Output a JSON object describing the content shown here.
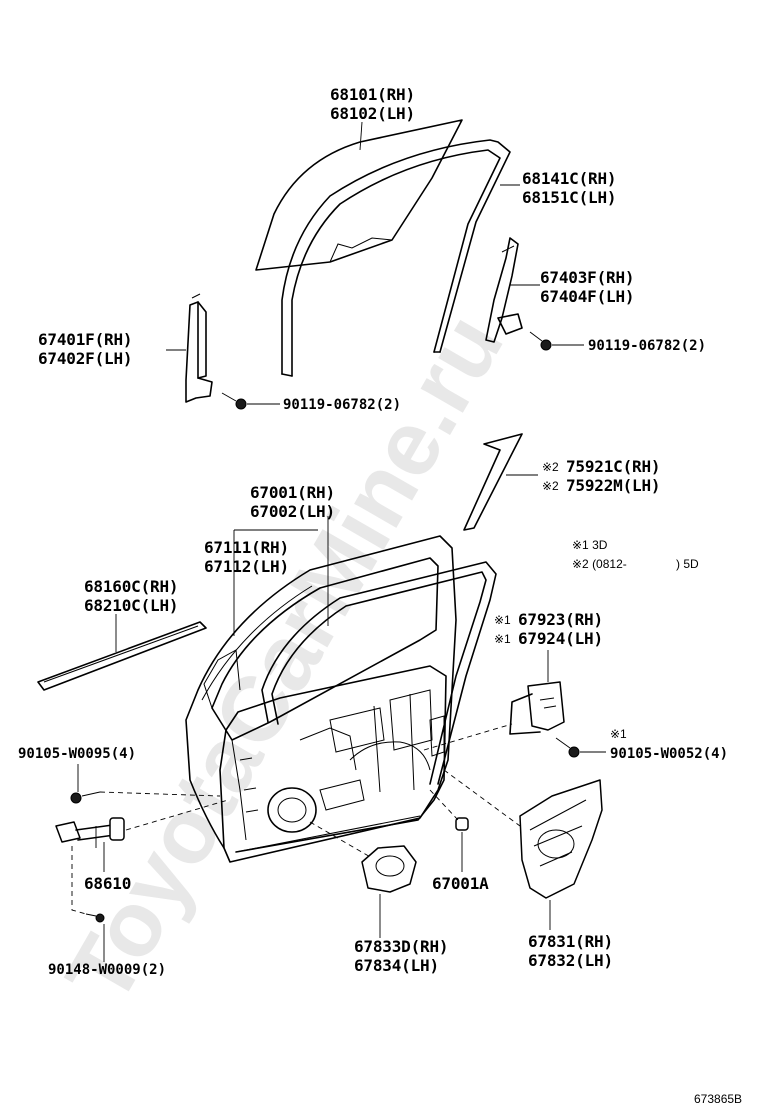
{
  "watermark": "ToyotaCarMine.ru",
  "labels": {
    "glass": [
      "68101(RH)",
      "68102(LH)"
    ],
    "glass_run": [
      "68141C(RH)",
      "68151C(LH)"
    ],
    "rear_channel": [
      "67403F(RH)",
      "67404F(LH)"
    ],
    "bolt_rear_channel": "90119-06782(2)",
    "front_channel": [
      "67401F(RH)",
      "67402F(LH)"
    ],
    "bolt_front_channel": "90119-06782(2)",
    "stripe_mark": [
      "※2",
      "※2"
    ],
    "stripe": [
      "75921C(RH)",
      "75922M(LH)"
    ],
    "door_panel": [
      "67001(RH)",
      "67002(LH)"
    ],
    "door_weatherstrip": [
      "67111(RH)",
      "67112(LH)"
    ],
    "belt_moulding": [
      "68160C(RH)",
      "68210C(LH)"
    ],
    "notes": [
      "※1 3D",
      "※2 (0812-",
      ") 5D"
    ],
    "cover_mark": [
      "※1",
      "※1"
    ],
    "cover": [
      "67923(RH)",
      "67924(LH)"
    ],
    "screw_left": "90105-W0095(4)",
    "screw_right_mark": "※1",
    "screw_right": "90105-W0052(4)",
    "check": "68610",
    "clip": "67001A",
    "bolt_check": "90148-W0009(2)",
    "hole_cover_small": [
      "67833D(RH)",
      "67834(LH)"
    ],
    "hole_cover_large": [
      "67831(RH)",
      "67832(LH)"
    ],
    "diagram_ref": "673865B"
  }
}
